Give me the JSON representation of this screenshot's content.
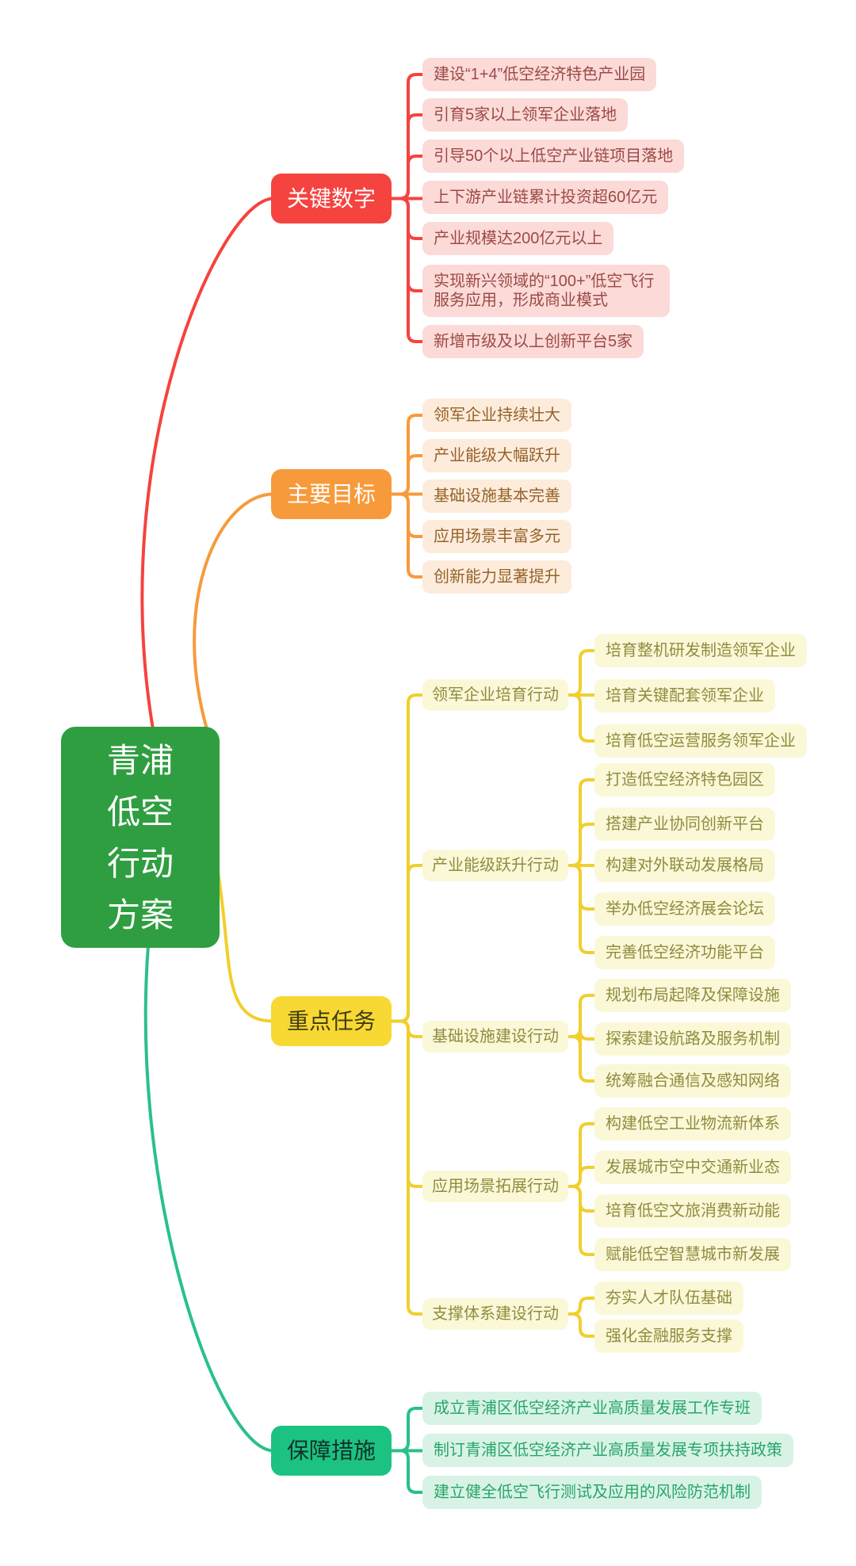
{
  "root": {
    "label": "青浦低空行动方案",
    "bg": "#2f9e40",
    "text": "#ffffff"
  },
  "branches": [
    {
      "label": "关键数字",
      "node_bg": "#f5433f",
      "node_text": "#ffffff",
      "child_bg": "#fbdad8",
      "child_text": "#9c4a45",
      "line": "#f5433f",
      "children": [
        {
          "label": "建设“1+4”低空经济特色产业园"
        },
        {
          "label": "引育5家以上领军企业落地"
        },
        {
          "label": "引导50个以上低空产业链项目落地"
        },
        {
          "label": "上下游产业链累计投资超60亿元"
        },
        {
          "label": "产业规模达200亿元以上"
        },
        {
          "label": "实现新兴领域的“100+”低空飞行服务应用，形成商业模式"
        },
        {
          "label": "新增市级及以上创新平台5家"
        }
      ]
    },
    {
      "label": "主要目标",
      "node_bg": "#f79a3b",
      "node_text": "#ffffff",
      "child_bg": "#fdecdb",
      "child_text": "#95622c",
      "line": "#f79a3b",
      "children": [
        {
          "label": "领军企业持续壮大"
        },
        {
          "label": "产业能级大幅跃升"
        },
        {
          "label": "基础设施基本完善"
        },
        {
          "label": "应用场景丰富多元"
        },
        {
          "label": "创新能力显著提升"
        }
      ]
    },
    {
      "label": "重点任务",
      "node_bg": "#f8d832",
      "node_text": "#403d15",
      "child_bg": "#fbf8d8",
      "child_text": "#8f8c3e",
      "line": "#f0cf2e",
      "children": [
        {
          "label": "领军企业培育行动",
          "children": [
            {
              "label": "培育整机研发制造领军企业"
            },
            {
              "label": "培育关键配套领军企业"
            },
            {
              "label": "培育低空运营服务领军企业"
            }
          ]
        },
        {
          "label": "产业能级跃升行动",
          "children": [
            {
              "label": "打造低空经济特色园区"
            },
            {
              "label": "搭建产业协同创新平台"
            },
            {
              "label": "构建对外联动发展格局"
            },
            {
              "label": "举办低空经济展会论坛"
            },
            {
              "label": "完善低空经济功能平台"
            }
          ]
        },
        {
          "label": "基础设施建设行动",
          "children": [
            {
              "label": "规划布局起降及保障设施"
            },
            {
              "label": "探索建设航路及服务机制"
            },
            {
              "label": "统筹融合通信及感知网络"
            }
          ]
        },
        {
          "label": "应用场景拓展行动",
          "children": [
            {
              "label": "构建低空工业物流新体系"
            },
            {
              "label": "发展城市空中交通新业态"
            },
            {
              "label": "培育低空文旅消费新动能"
            },
            {
              "label": "赋能低空智慧城市新发展"
            }
          ]
        },
        {
          "label": "支撑体系建设行动",
          "children": [
            {
              "label": "夯实人才队伍基础"
            },
            {
              "label": "强化金融服务支撑"
            }
          ]
        }
      ]
    },
    {
      "label": "保障措施",
      "node_bg": "#1cc282",
      "node_text": "#113229",
      "child_bg": "#d8f3e6",
      "child_text": "#2aa56b",
      "line": "#29c189",
      "children": [
        {
          "label": "成立青浦区低空经济产业高质量发展工作专班"
        },
        {
          "label": "制订青浦区低空经济产业高质量发展专项扶持政策"
        },
        {
          "label": "建立健全低空飞行测试及应用的风险防范机制"
        }
      ]
    }
  ]
}
